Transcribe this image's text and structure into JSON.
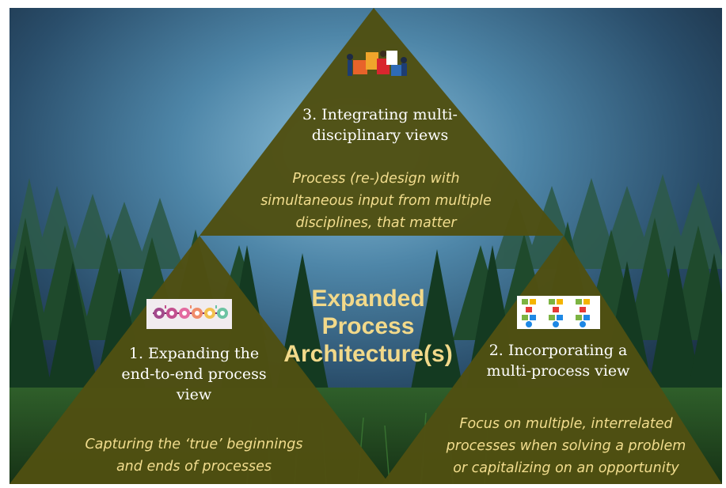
{
  "diagram": {
    "center_title_lines": [
      "Expanded",
      "Process",
      "Architecture(s)"
    ],
    "colors": {
      "triangle": "#4f4f12",
      "title": "#f2d98a",
      "body_text": "#f2dd8e",
      "heading_text": "#ffffff"
    },
    "nodes": [
      {
        "heading": "3. Integrating multi-\ndisciplinary views",
        "body": "Process (re-)design with\nsimultaneous input from multiple\ndisciplines, that matter",
        "icon": "puzzle-team-icon"
      },
      {
        "heading": "1. Expanding the\nend-to-end process\nview",
        "body": "Capturing the ‘true’ beginnings\nand ends of processes",
        "icon": "process-flow-icon"
      },
      {
        "heading": "2. Incorporating a\nmulti-process view",
        "body": "Focus on multiple, interrelated\nprocesses when solving a problem\nor capitalizing on an opportunity",
        "icon": "multi-process-icon"
      }
    ]
  }
}
